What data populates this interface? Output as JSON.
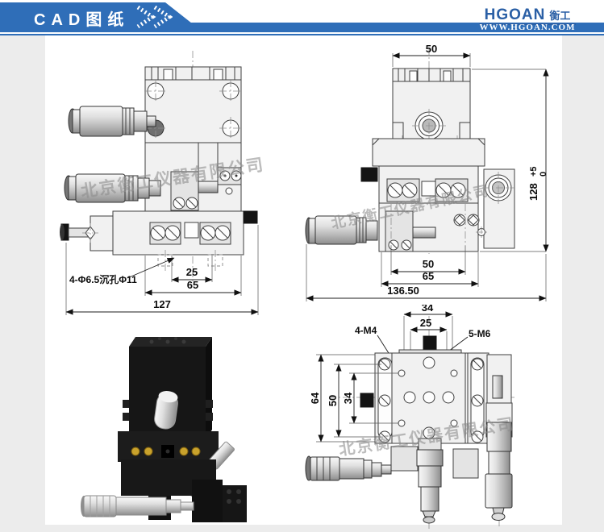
{
  "header": {
    "title": "CAD图纸",
    "logo_text": "HGOAN",
    "logo_cn": "衡工",
    "website": "WWW.HGOAN.COM",
    "banner_color": "#2f6eb8",
    "logo_color": "#2a5fa5"
  },
  "watermark": {
    "text": "北京衡工仪器有限公司"
  },
  "front_view": {
    "hole_label": "4-Φ6.5沉孔Φ11",
    "dim_hole_spacing": "25",
    "dim_stage_width": "65",
    "dim_overall_width": "127"
  },
  "side_view": {
    "dim_top_width": "50",
    "dim_height": "128",
    "dim_height_tol_upper": "+5",
    "dim_height_tol_lower": "0",
    "dim_hole_spacing": "50",
    "dim_stage_width": "65",
    "dim_overall_width": "136.50"
  },
  "top_view": {
    "label_m4": "4-M4",
    "label_m6": "5-M6",
    "dim_top_outer": "34",
    "dim_top_inner": "25",
    "dim_left_outer": "64",
    "dim_left_mid": "50",
    "dim_left_inner": "34"
  }
}
